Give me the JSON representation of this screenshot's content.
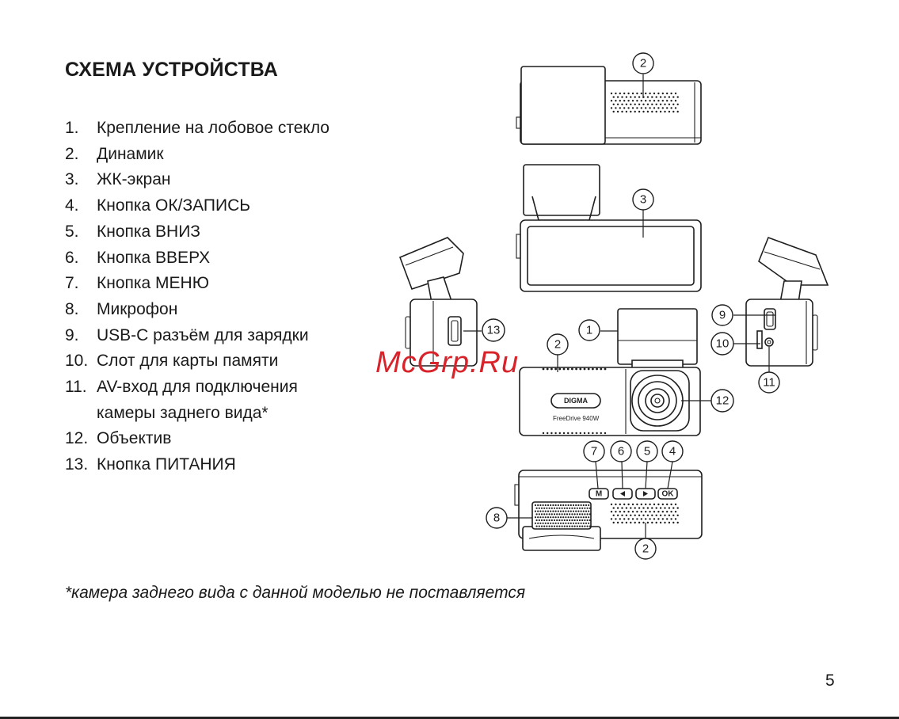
{
  "page": {
    "title": "СХЕМА УСТРОЙСТВА",
    "footnote": "*камера заднего вида с данной моделью не поставляется",
    "page_number": "5",
    "watermark": "McGrp.Ru"
  },
  "parts": [
    {
      "num": "1.",
      "label": "Крепление на лобовое стекло"
    },
    {
      "num": "2.",
      "label": "Динамик"
    },
    {
      "num": "3.",
      "label": "ЖК-экран"
    },
    {
      "num": "4.",
      "label": "Кнопка ОК/ЗАПИСЬ"
    },
    {
      "num": "5.",
      "label": "Кнопка ВНИЗ"
    },
    {
      "num": "6.",
      "label": "Кнопка ВВЕРХ"
    },
    {
      "num": "7.",
      "label": "Кнопка МЕНЮ"
    },
    {
      "num": "8.",
      "label": "Микрофон"
    },
    {
      "num": "9.",
      "label": "USB-C разъём для зарядки"
    },
    {
      "num": "10.",
      "label": "Слот для карты памяти"
    },
    {
      "num": "11.",
      "label": "AV-вход для подключения\nкамеры заднего вида*"
    },
    {
      "num": "12.",
      "label": "Объектив"
    },
    {
      "num": "13.",
      "label": "Кнопка ПИТАНИЯ"
    }
  ],
  "diagram": {
    "callouts": [
      "2",
      "3",
      "13",
      "1",
      "2",
      "9",
      "10",
      "11",
      "12",
      "7",
      "6",
      "5",
      "4",
      "8",
      "2"
    ],
    "device_brand": "DIGMA",
    "device_model": "FreeDrive 940W",
    "button_labels": {
      "menu": "M",
      "ok": "OK"
    }
  }
}
